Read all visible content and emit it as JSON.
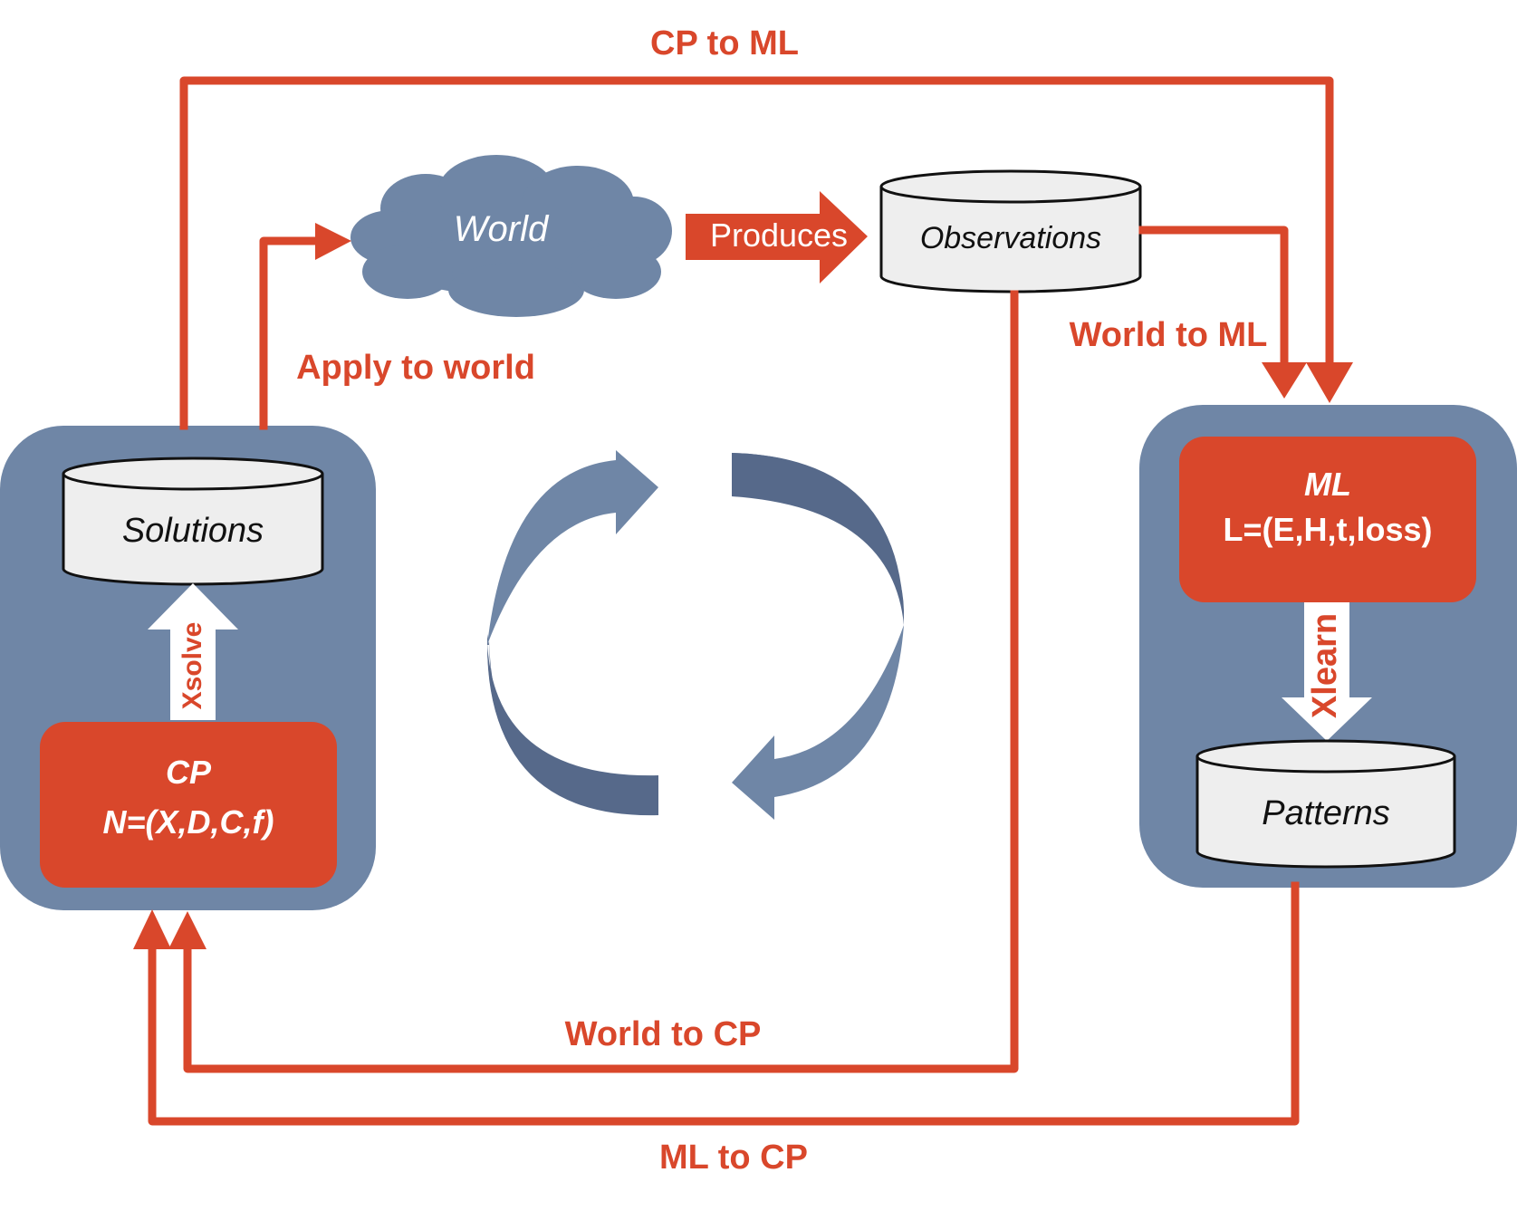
{
  "colors": {
    "accent_red": "#d9472b",
    "panel_blue": "#6f86a6",
    "cloud_blue": "#6f86a6",
    "cycle_light": "#6f86a6",
    "cycle_dark": "#56698a",
    "db_fill": "#eeeeee"
  },
  "flows": {
    "cp_to_ml": "CP to ML",
    "apply_to_world": "Apply to world",
    "produces": "Produces",
    "world_to_ml": "World to ML",
    "world_to_cp": "World to CP",
    "ml_to_cp": "ML to CP"
  },
  "world": {
    "label": "World"
  },
  "observations": {
    "label": "Observations"
  },
  "cp_panel": {
    "solutions_label": "Solutions",
    "solve_arrow_label": "Xsolve",
    "cp_title": "CP",
    "cp_formula": "N=(X,D,C,f)"
  },
  "ml_panel": {
    "ml_title": "ML",
    "ml_formula": "L=(E,H,t,loss)",
    "learn_arrow_label": "Xlearn",
    "patterns_label": "Patterns"
  },
  "icons": {
    "cycle": "refresh-cycle-icon",
    "cloud": "cloud-icon",
    "database": "database-cylinder-icon"
  }
}
